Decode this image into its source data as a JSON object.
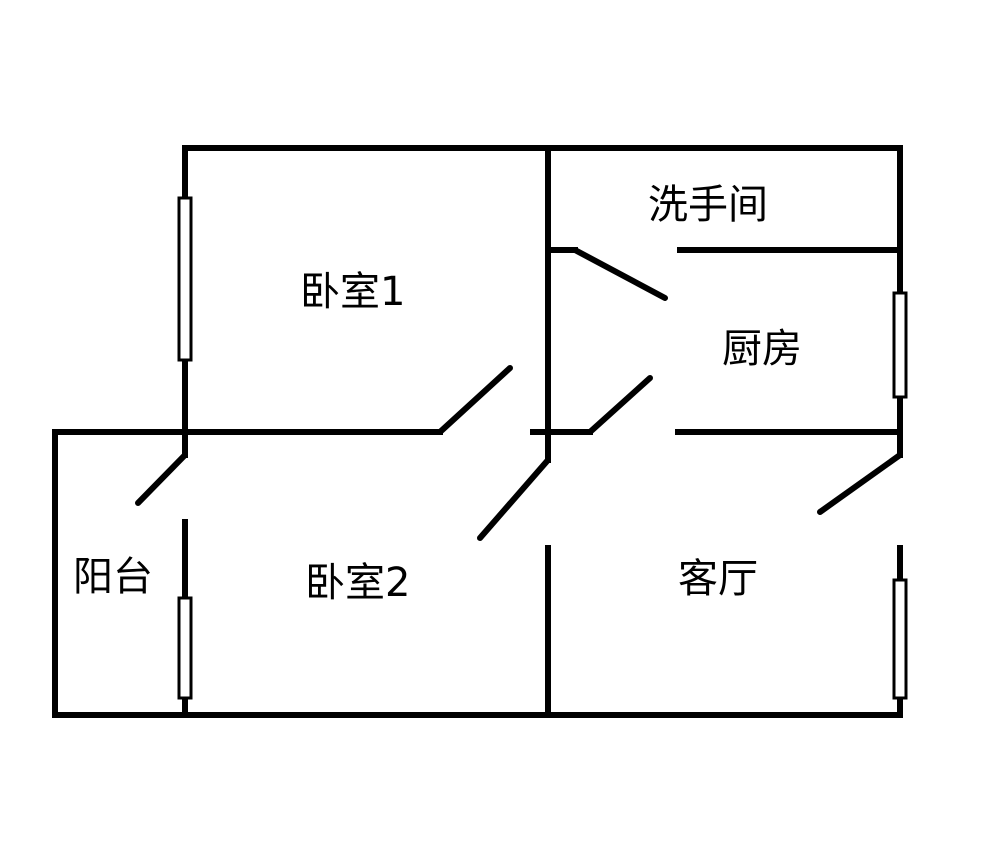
{
  "rooms": {
    "bedroom1": "卧室1",
    "bedroom2": "卧室2",
    "bathroom": "洗手间",
    "kitchen": "厨房",
    "living_room": "客厅",
    "balcony": "阳台"
  },
  "colors": {
    "line": "#000000",
    "background": "#ffffff"
  }
}
